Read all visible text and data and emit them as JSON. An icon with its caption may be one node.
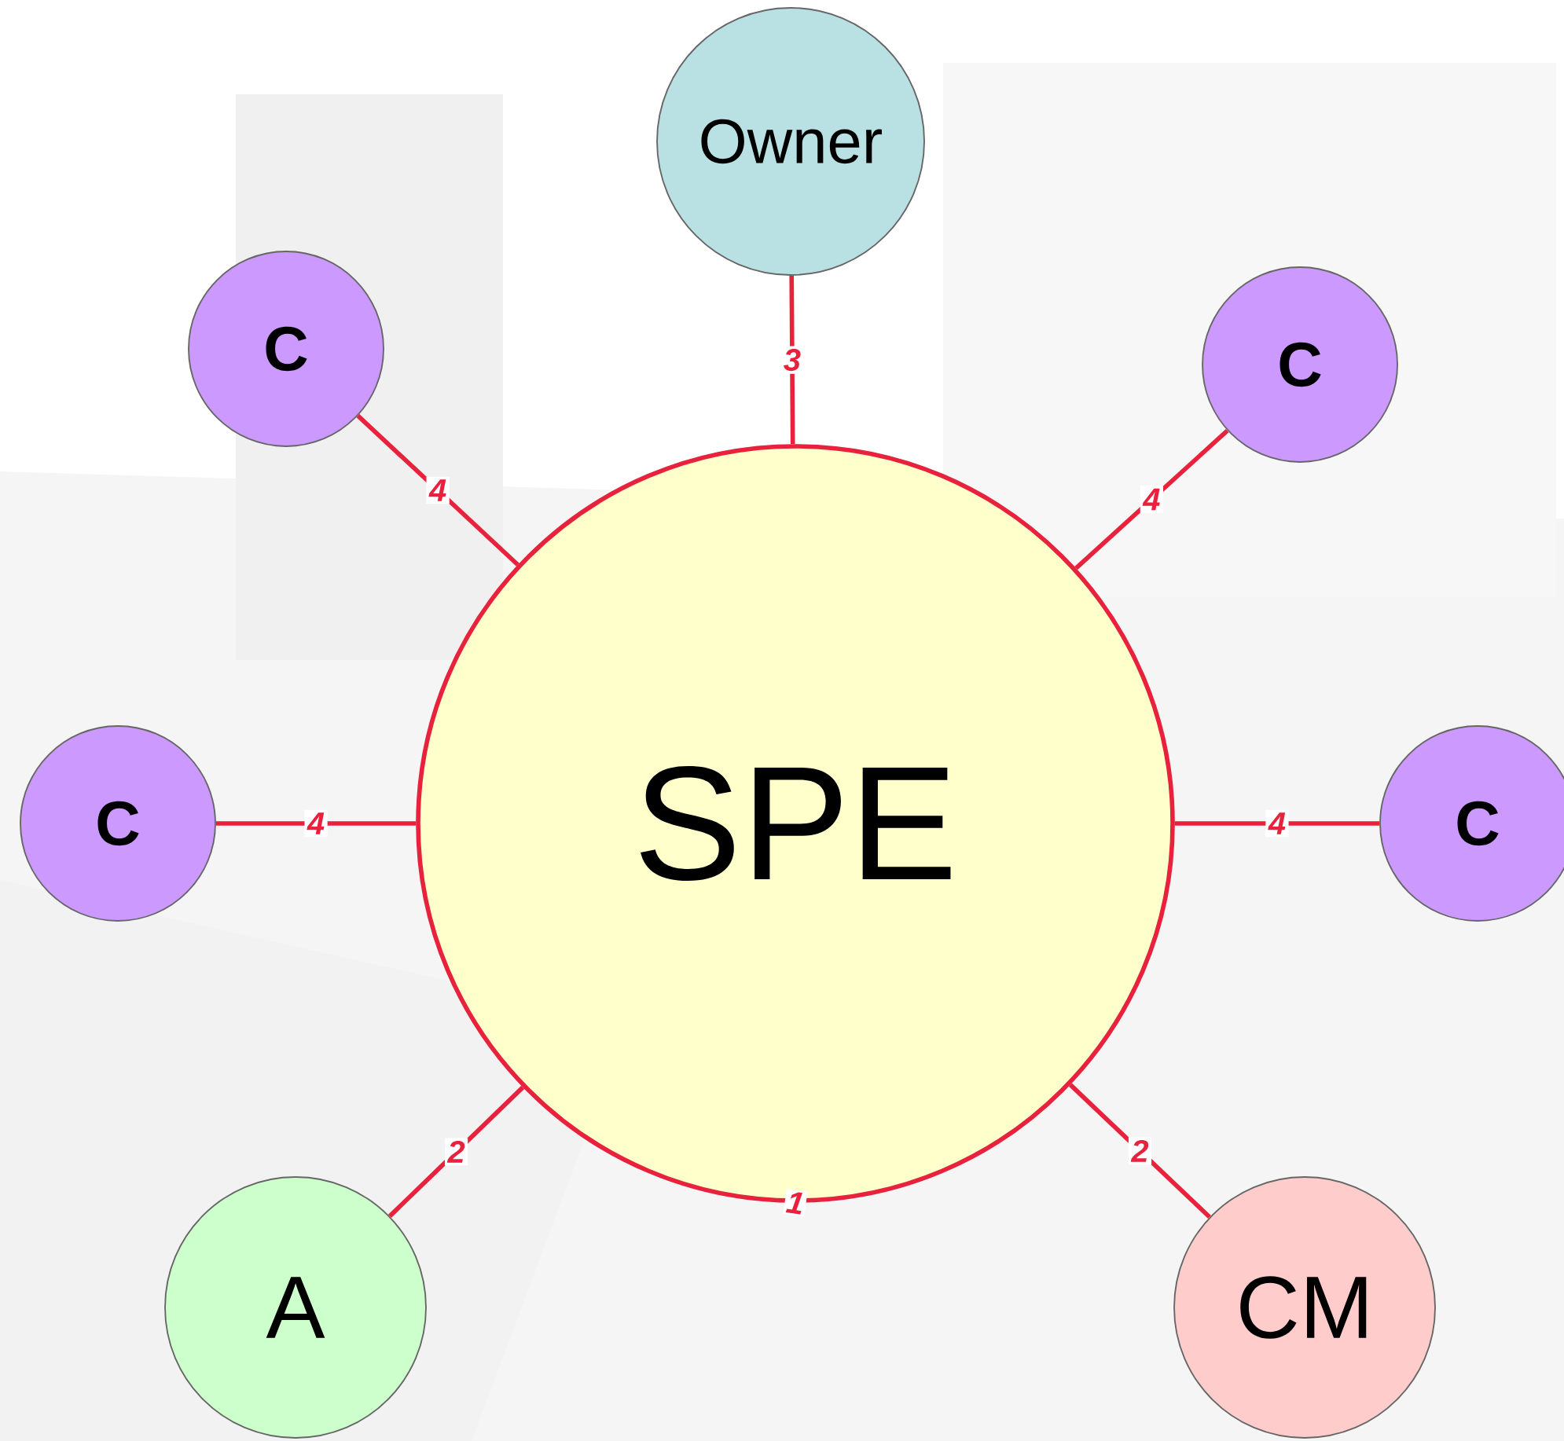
{
  "diagram": {
    "nodes": [
      {
        "text": [
          "Owner"
        ]
      },
      {
        "text": [
          "C"
        ]
      },
      {
        "text": [
          "C"
        ]
      },
      {
        "text": [
          "SPE"
        ],
        "beside": [
          "1"
        ]
      },
      {
        "text": [
          "C"
        ]
      },
      {
        "text": [
          "C"
        ]
      },
      {
        "text": [
          "A"
        ]
      },
      {
        "text": [
          "CM"
        ]
      }
    ],
    "edges": [
      {
        "from": 0,
        "to": 3,
        "arrow": "none",
        "label": "3"
      },
      {
        "from": 1,
        "to": 3,
        "arrow": "none",
        "label": "4"
      },
      {
        "from": 2,
        "to": 3,
        "arrow": "none",
        "label": "4"
      },
      {
        "from": 4,
        "to": 3,
        "arrow": "none",
        "label": "4"
      },
      {
        "from": 5,
        "to": 3,
        "arrow": "none",
        "label": "4"
      },
      {
        "from": 6,
        "to": 3,
        "arrow": "none",
        "label": "2"
      },
      {
        "from": 7,
        "to": 3,
        "arrow": "none",
        "label": "2"
      }
    ]
  }
}
